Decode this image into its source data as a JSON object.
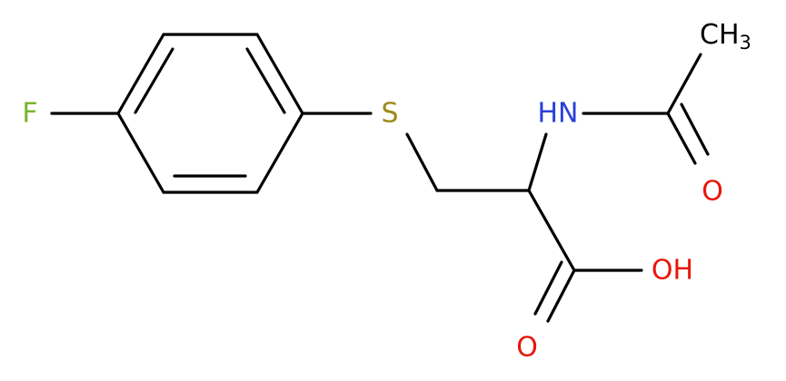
{
  "molecule": {
    "atoms": {
      "fluorine": "F",
      "sulfur": "S",
      "amide_nitrogen": "HN",
      "methyl": "CH",
      "methyl_subscript": "3",
      "amide_oxygen": "O",
      "hydroxyl": "OH",
      "carboxyl_oxygen": "O"
    }
  },
  "colors": {
    "bond": "#000000",
    "fluorine": "#7ab32e",
    "sulfur": "#9c8b1a",
    "nitrogen": "#2a3fd8",
    "oxygen": "#e8150b",
    "carbon": "#000000"
  }
}
